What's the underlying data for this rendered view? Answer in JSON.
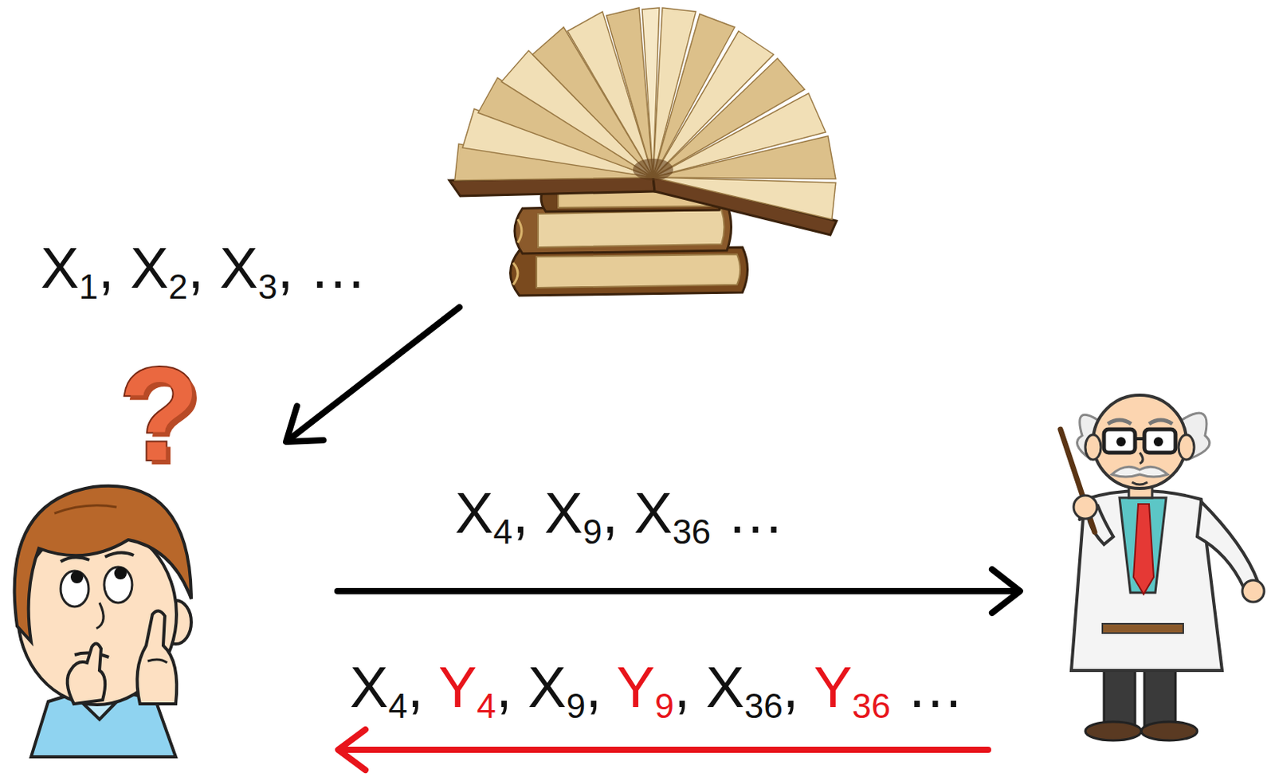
{
  "diagram": {
    "labels": [
      "X1, X2, X3, …",
      "?",
      "X4, X9, X36 …",
      "X4, Y4, X9, Y9, X36, Y36 …"
    ]
  }
}
